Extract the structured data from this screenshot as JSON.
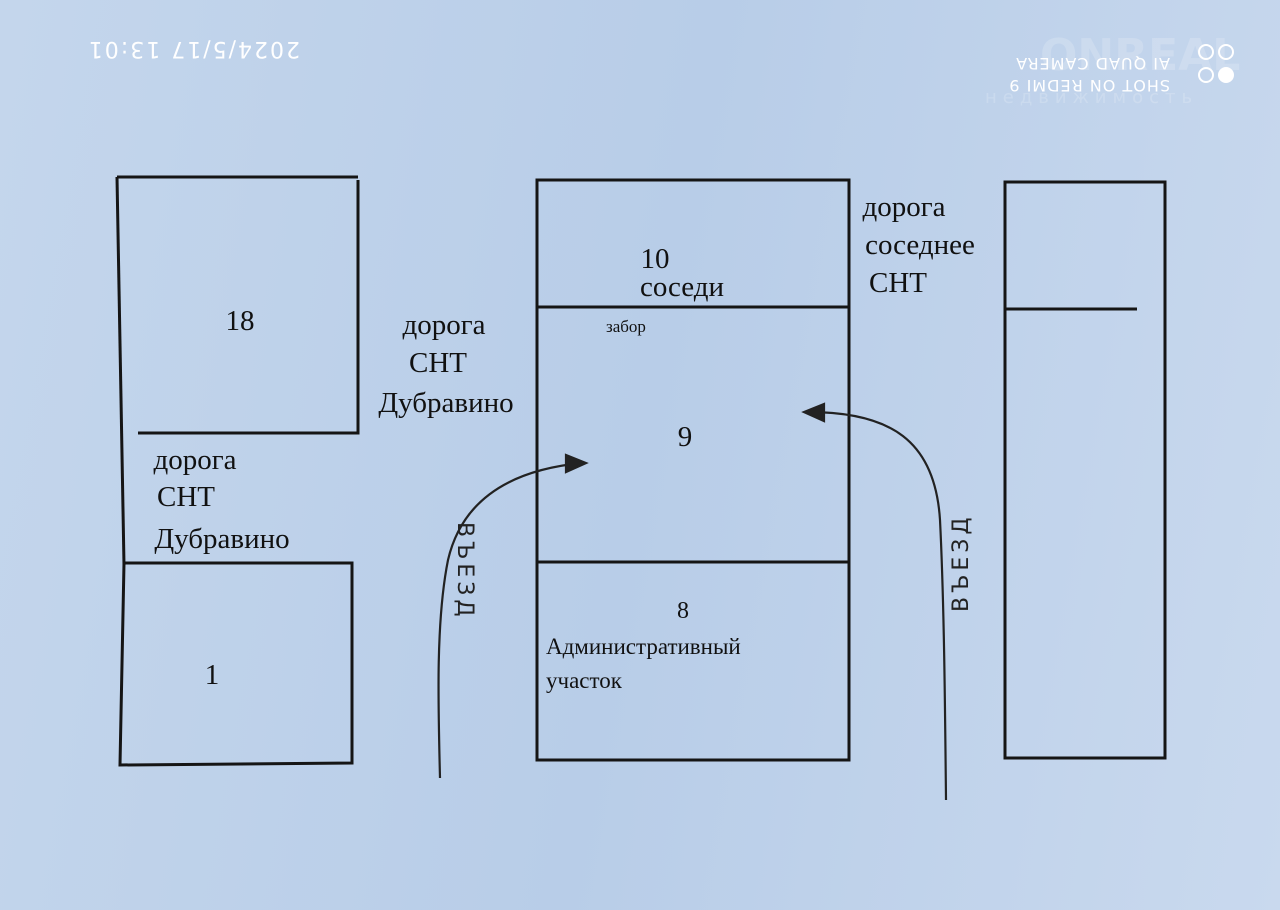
{
  "photo_overlay": {
    "timestamp": "2024/5/17 13:01",
    "camera_line1": "SHOT ON REDMI 9",
    "camera_line2": "AI QUAD CAMERA",
    "watermark_brand": "ONREAL",
    "watermark_sub": "недвижимость"
  },
  "plots": {
    "plot_18": "18",
    "plot_1": "1",
    "plot_10_number": "10",
    "plot_10_label": "соседи",
    "fence_label": "забор",
    "plot_9": "9",
    "plot_8_number": "8",
    "plot_8_label_line1": "Административный",
    "plot_8_label_line2": "участок"
  },
  "roads": {
    "center_road": [
      "дорога",
      "СНТ",
      "Дубравино"
    ],
    "left_road": [
      "дорога",
      "СНТ",
      "Дубравино"
    ],
    "right_road": [
      "дорога",
      "соседнее",
      "СНТ"
    ]
  },
  "entrances": {
    "left_label": "ВЪЕЗД",
    "right_label": "ВЪЕЗД"
  }
}
